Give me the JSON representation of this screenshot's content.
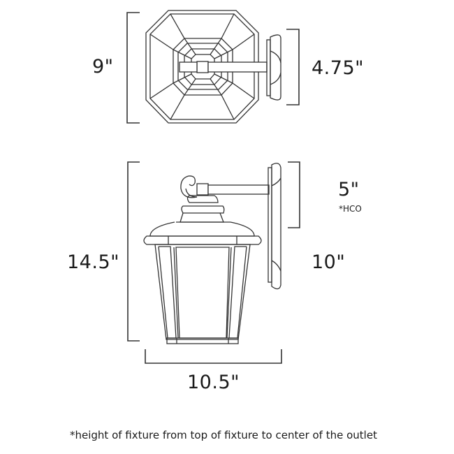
{
  "diagram": {
    "title": "Outdoor wall lantern dimension diagram",
    "top_view": {
      "height_label": "9\"",
      "depth_label": "4.75\""
    },
    "front_view": {
      "height_label": "14.5\"",
      "hco_label": "5\"",
      "hco_note": "*HCO",
      "backplate_label": "10\"",
      "width_label": "10.5\""
    },
    "footnote": "*height of fixture from top of fixture to center of the outlet",
    "colors": {
      "line": "#333333",
      "text": "#1a1a1a",
      "background": "#ffffff"
    }
  }
}
